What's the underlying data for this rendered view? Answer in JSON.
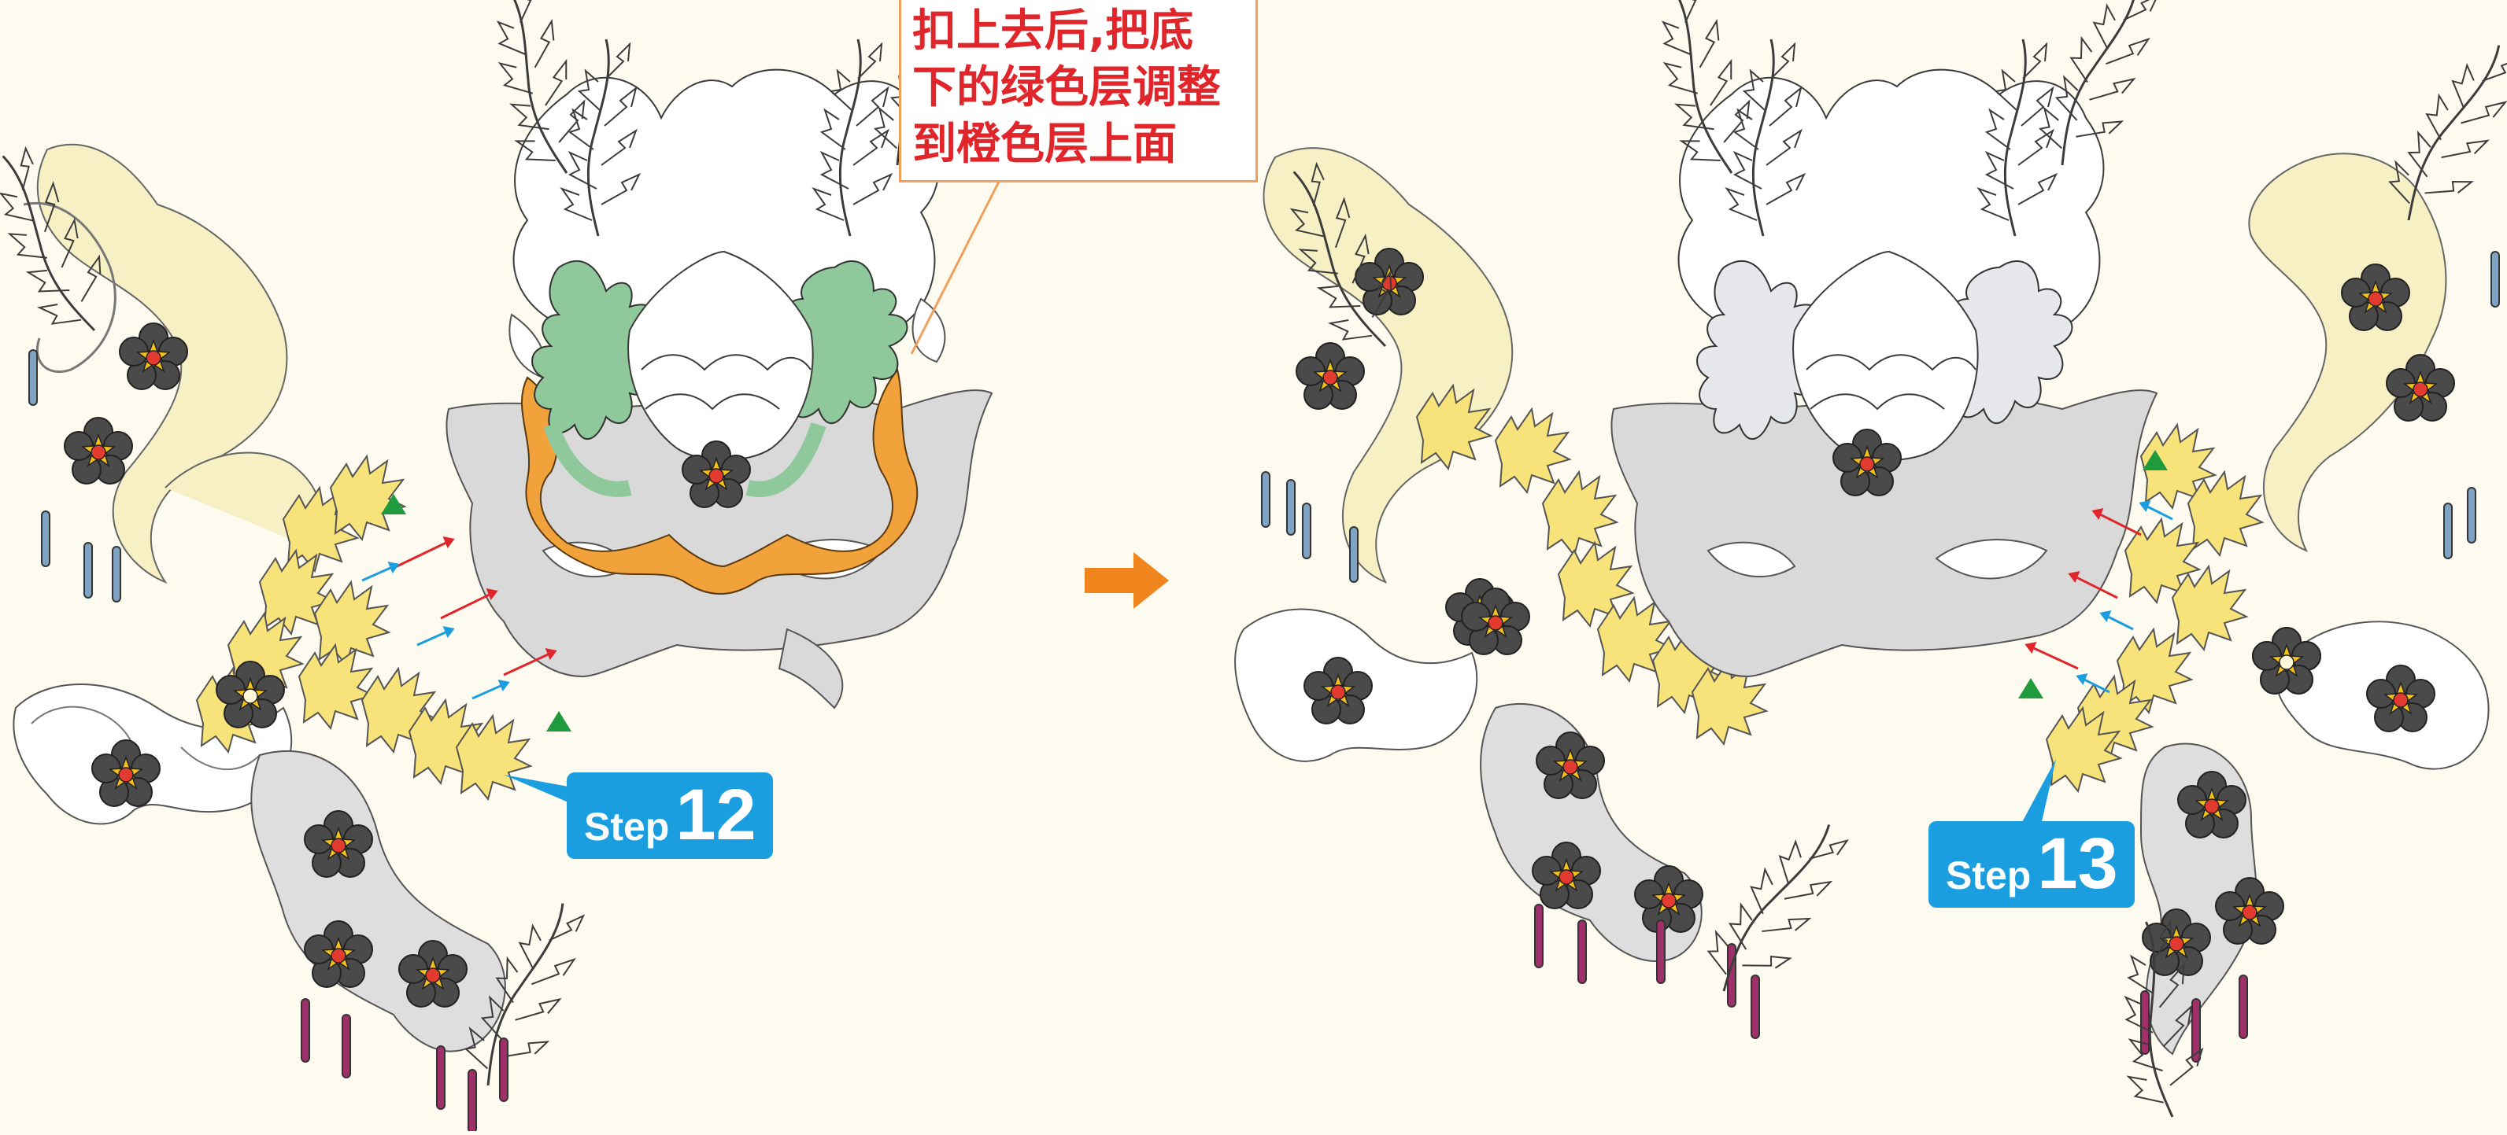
{
  "callout": {
    "lines": [
      "扣上去后,把底",
      "下的绿色层调整",
      "到橙色层上面"
    ]
  },
  "steps": [
    {
      "word": "Step",
      "number": "12"
    },
    {
      "word": "Step",
      "number": "13"
    }
  ],
  "colors": {
    "background": "#fdfaef",
    "step_badge": "#1a9ee0",
    "callout_text": "#e0262b",
    "callout_border": "#f0a05a",
    "next_arrow": "#f0851e",
    "green_layer": "#8fc89a",
    "orange_layer": "#f2a23a",
    "yellow_leaves": "#f8e27a",
    "pale_scroll": "#f6f0c4",
    "mask_gray": "#d9d9d9",
    "flower_petal": "#4a4a4a",
    "flower_center": "#e23a2e",
    "flower_gold": "#f5c21a",
    "marker_green": "#1f9a3c"
  },
  "icons": [
    "next-arrow-icon",
    "flower-icon",
    "green-triangle-marker-icon",
    "direction-arrow-icon"
  ]
}
